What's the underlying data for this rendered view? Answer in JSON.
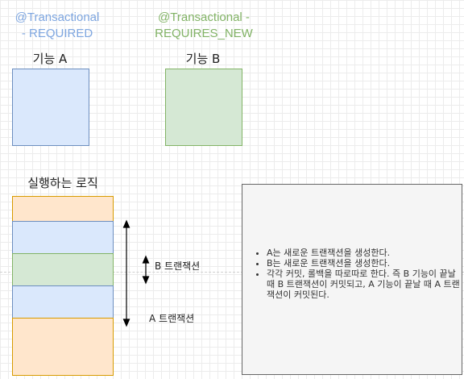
{
  "titles": {
    "required": "@Transactional\n- REQUIRED",
    "requires_new": "@Transactional -\nREQUIRES_NEW"
  },
  "labels": {
    "feature_a": "기능 A",
    "feature_b": "기능 B",
    "logic": "실행하는 로직",
    "b_transaction": "B 트랜잭션",
    "a_transaction": "A 트랜잭션"
  },
  "note": {
    "bullets": [
      "A는 새로운 트랜잭션을 생성한다.",
      "B는 새로운 트랜잭션을 생성한다.",
      "각각 커밋, 롤백을 따로따로 한다. 즉 B 기능이 끝날 때 B 트랜잭션이 커밋되고, A 기능이 끝날 때 A 트랜잭션이 커밋된다."
    ]
  },
  "colors": {
    "blue_fill": "#dae8fc",
    "blue_stroke": "#6c8ebf",
    "green_fill": "#d5e8d4",
    "green_stroke": "#82b366",
    "orange_fill": "#ffe6cc",
    "orange_stroke": "#d79b00",
    "note_fill": "#f5f5f5"
  }
}
